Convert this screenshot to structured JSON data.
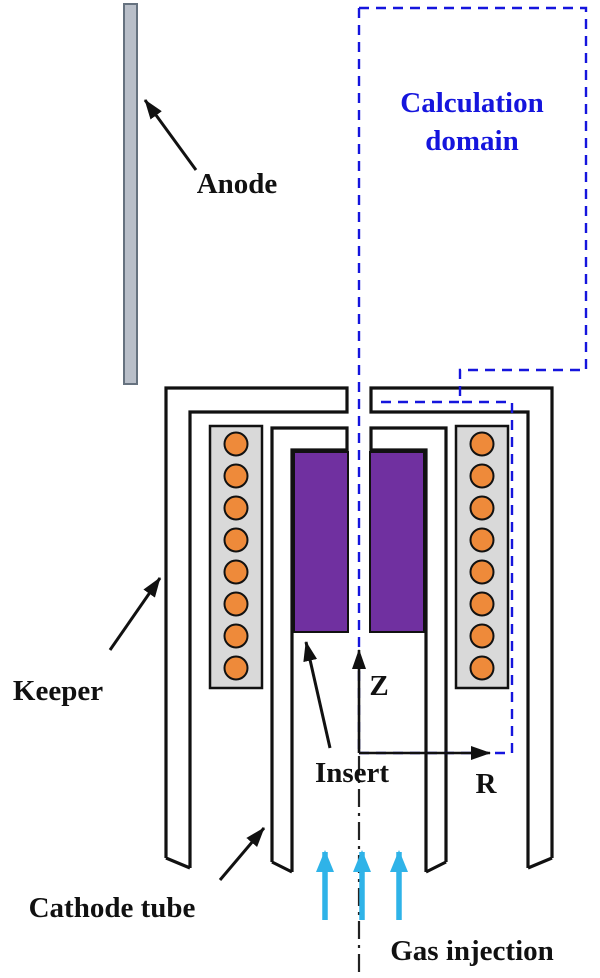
{
  "figure": {
    "labels": {
      "anode": "Anode",
      "calculation_domain_line1": "Calculation",
      "calculation_domain_line2": "domain",
      "keeper": "Keeper",
      "insert": "Insert",
      "cathode_tube": "Cathode tube",
      "gas_injection": "Gas injection",
      "axis_z": "Z",
      "axis_r": "R"
    },
    "colors": {
      "ink": "#111111",
      "domain_blue": "#1515dd",
      "insert_purple": "#7030a0",
      "heater_orange": "#ee8a3a",
      "heater_gray": "#d9d9d9",
      "anode_gray": "#b9bfc9",
      "anode_edge": "#66727f",
      "gas_cyan": "#2fb3e8",
      "background": "#ffffff"
    }
  }
}
